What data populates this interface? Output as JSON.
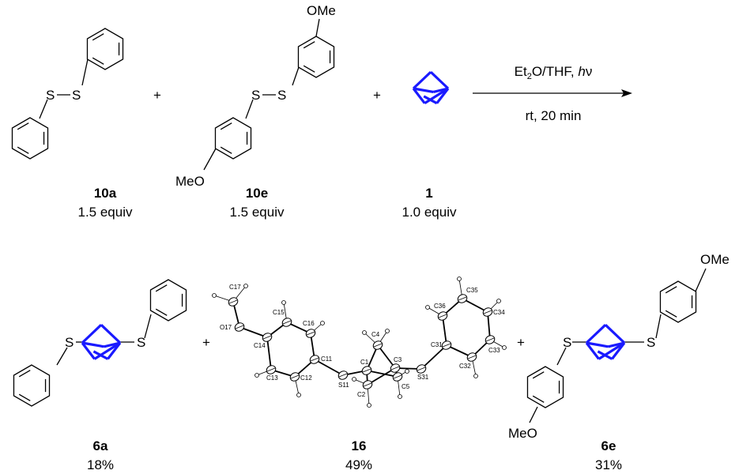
{
  "colors": {
    "bond": "#000000",
    "bicycle": "#1a1aff"
  },
  "reactants": [
    {
      "id": "10a",
      "label": "10a",
      "equiv": "1.5 equiv",
      "atoms": {
        "s1": "S",
        "s2": "S"
      }
    },
    {
      "id": "10e",
      "label": "10e",
      "equiv": "1.5 equiv",
      "atoms": {
        "s1": "S",
        "s2": "S",
        "ome": "OMe",
        "meo": "MeO"
      }
    },
    {
      "id": "1",
      "label": "1",
      "equiv": "1.0 equiv"
    }
  ],
  "plus": "+",
  "conditions": {
    "above_pre": "Et",
    "above_sub": "2",
    "above_post": "O/THF, ",
    "above_h": "h",
    "above_nu": "ν",
    "below": "rt, 20 min"
  },
  "products": [
    {
      "id": "6a",
      "label": "6a",
      "yield": "18%",
      "atoms": {
        "s1": "S",
        "s2": "S"
      }
    },
    {
      "id": "16",
      "label": "16",
      "yield": "49%"
    },
    {
      "id": "6e",
      "label": "6e",
      "yield": "31%",
      "atoms": {
        "s1": "S",
        "s2": "S",
        "ome": "OMe",
        "meo": "MeO"
      }
    }
  ],
  "ortep_labels": [
    "C17",
    "O17",
    "C14",
    "C15",
    "C16",
    "C11",
    "C12",
    "C13",
    "S11",
    "C1",
    "C2",
    "C4",
    "C3",
    "C5",
    "S31",
    "C31",
    "C32",
    "C33",
    "C34",
    "C35",
    "C36"
  ]
}
